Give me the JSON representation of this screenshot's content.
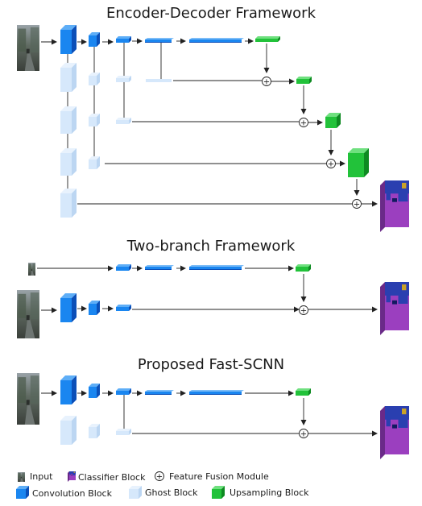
{
  "titles": {
    "encoder_decoder": "Encoder-Decoder Framework",
    "two_branch": "Two-branch Framework",
    "fast_scnn": "Proposed Fast-SCNN"
  },
  "legend": {
    "input": "Input",
    "classifier": "Classifier Block",
    "fusion": "Feature Fusion Module",
    "conv": "Convolution Block",
    "ghost": "Ghost Block",
    "upsample": "Upsampling Block"
  },
  "fusion_symbol": "+",
  "colors": {
    "conv": "#1a86f0",
    "conv_dark": "#0b4fb8",
    "ghost": "#d6e8fb",
    "ghost_dark": "#bcd6f2",
    "upsample": "#22c23a",
    "upsample_dark": "#0e8a22",
    "line": "#222222",
    "classifier_purple": "#9b3fbf",
    "classifier_blue": "#2a3fb0",
    "classifier_gold": "#c9a227"
  }
}
